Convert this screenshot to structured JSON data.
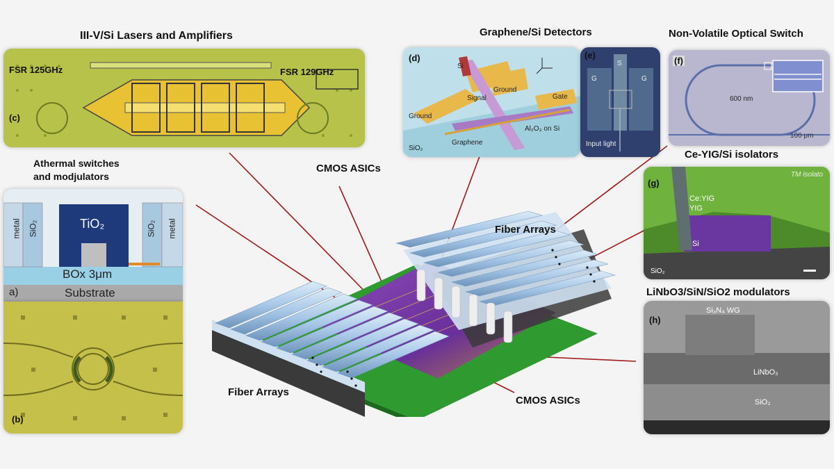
{
  "titles": {
    "lasers": "III-V/Si Lasers and Amplifiers",
    "detectors": "Graphene/Si Detectors",
    "switch": "Non-Volatile Optical Switch",
    "athermal_line1": "Athermal switches",
    "athermal_line2": "and modjulators",
    "cmos_top": "CMOS ASICs",
    "isolators": "Ce-YIG/Si isolators",
    "fiber_top": "Fiber Arrays",
    "modulators": "LiNbO3/SiN/SiO2 modulators",
    "fiber_bottom": "Fiber Arrays",
    "cmos_bottom": "CMOS ASICs"
  },
  "panel_c": {
    "tag": "(c)",
    "fsr_left": "FSR 125GHz",
    "fsr_right": "FSR 129GHz"
  },
  "panel_d": {
    "tag": "(d)",
    "si": "Si",
    "signal": "Signal",
    "ground1": "Ground",
    "ground2": "Ground",
    "gate": "Gate",
    "graphene": "Graphene",
    "al2o3": "Al₂O₃ on Si",
    "sio2": "SiO₂"
  },
  "panel_e": {
    "tag": "(e)",
    "s": "S",
    "g1": "G",
    "g2": "G",
    "input": "Input light"
  },
  "panel_f": {
    "tag": "(f)",
    "nm": "600 nm",
    "scale": "100 μm"
  },
  "panel_a": {
    "tag": "a)",
    "metal1": "metal",
    "sio2_1": "SiO₂",
    "tio2": "TiO₂",
    "sio2_2": "SiO₂",
    "metal2": "metal",
    "box": "BOx 3μm",
    "substrate": "Substrate"
  },
  "panel_b": {
    "tag": "(b)"
  },
  "panel_g": {
    "tag": "(g)",
    "ceyig": "Ce:YIG",
    "yig": "YIG",
    "si": "Si",
    "sio2": "SiO₂",
    "tm": "TM isolato"
  },
  "panel_h": {
    "tag": "(h)",
    "si3n4": "Si₃N₄ WG",
    "linbo3": "LiNbO₃",
    "sio2": "SiO₂"
  },
  "colors": {
    "connector": "#a31818",
    "chip": "#7b3fa8",
    "fiber": "#a8c8e8",
    "pcb": "#2f9a2f"
  }
}
